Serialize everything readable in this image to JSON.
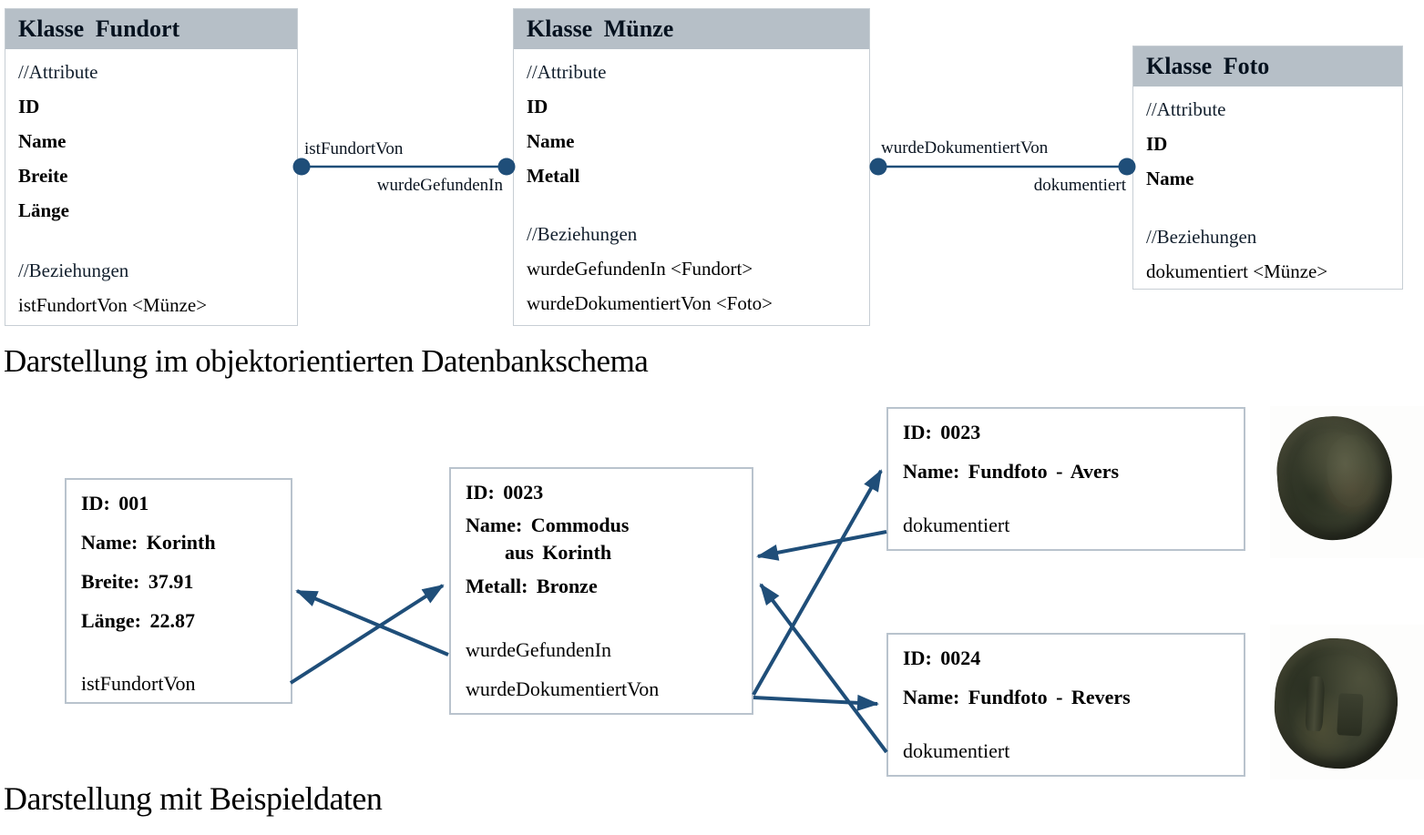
{
  "colors": {
    "navy": "#1f4e79",
    "class_header_bg": "#b6bfc7",
    "class_border": "#c7ced4",
    "instance_border": "#b9c3cd",
    "coin_bronze": "#3f4332"
  },
  "schema": {
    "section_title": "Darstellung im objektorientierten Datenbankschema",
    "classes": [
      {
        "title": "Klasse Fundort",
        "attr_header": "//Attribute",
        "attributes": [
          "ID",
          "Name",
          "Breite",
          "Länge"
        ],
        "rel_header": "//Beziehungen",
        "relations": [
          "istFundortVon <Münze>"
        ]
      },
      {
        "title": "Klasse Münze",
        "attr_header": "//Attribute",
        "attributes": [
          "ID",
          "Name",
          "Metall"
        ],
        "rel_header": "//Beziehungen",
        "relations": [
          "wurdeGefundenIn <Fundort>",
          "wurdeDokumentiertVon <Foto>"
        ]
      },
      {
        "title": "Klasse Foto",
        "attr_header": "//Attribute",
        "attributes": [
          "ID",
          "Name"
        ],
        "rel_header": "//Beziehungen",
        "relations": [
          "dokumentiert <Münze>"
        ]
      }
    ],
    "connectors": [
      {
        "top": "istFundortVon",
        "bottom": "wurdeGefundenIn"
      },
      {
        "top": "wurdeDokumentiertVon",
        "bottom": "dokumentiert"
      }
    ]
  },
  "examples": {
    "section_title": "Darstellung mit Beispieldaten",
    "fundort": {
      "id": "ID: 001",
      "name": "Name: Korinth",
      "breite": "Breite: 37.91",
      "laenge": "Länge: 22.87",
      "relation": "istFundortVon"
    },
    "muenze": {
      "id": "ID: 0023",
      "name_line1": "Name: Commodus",
      "name_line2": "aus Korinth",
      "metall": "Metall: Bronze",
      "relation1": "wurdeGefundenIn",
      "relation2": "wurdeDokumentiertVon"
    },
    "foto_avers": {
      "id": "ID: 0023",
      "name": "Name: Fundfoto - Avers",
      "relation": "dokumentiert"
    },
    "foto_revers": {
      "id": "ID: 0024",
      "name": "Name: Fundfoto - Revers",
      "relation": "dokumentiert"
    }
  }
}
